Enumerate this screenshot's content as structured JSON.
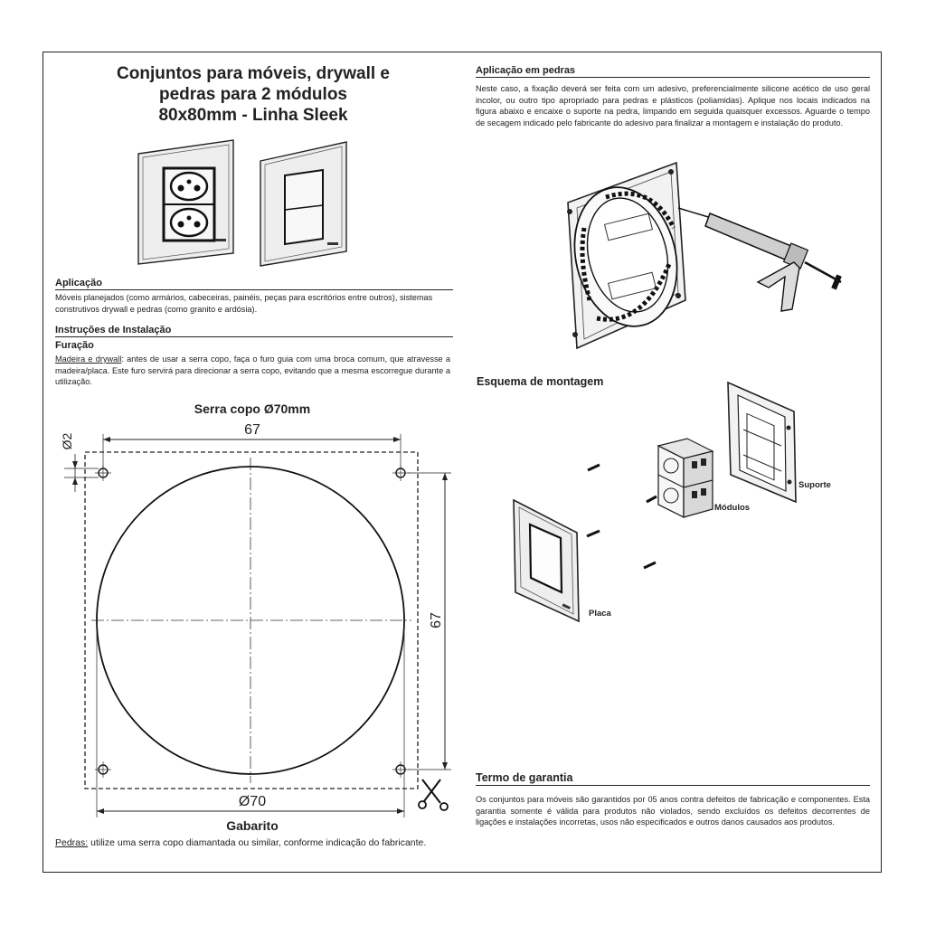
{
  "title": {
    "line1": "Conjuntos para móveis, drywall e",
    "line2": "pedras para 2 módulos",
    "line3": "80x80mm - Linha Sleek"
  },
  "aplicacao": {
    "heading": "Aplicação",
    "text": "Móveis planejados (como armários, cabeceiras, painéis, peças para escritórios entre outros), sistemas construtivos drywall e pedras (como granito e ardósia)."
  },
  "instrucoes": {
    "heading": "Instruções de Instalação",
    "furacao_heading": "Furação",
    "madeira_label": "Madeira e drywall",
    "madeira_text": ": antes de usar a serra copo, faça o furo guia com uma broca comum, que atravesse a madeira/placa. Este furo servirá para direcionar a serra copo, evitando que a mesma escorregue durante a utilização."
  },
  "drawing": {
    "serra_label": "Serra copo Ø70mm",
    "dim_top": "67",
    "dim_right": "67",
    "dim_hole": "Ø2",
    "dim_circle": "Ø70",
    "gabarito": "Gabarito"
  },
  "pedras": {
    "label": "Pedras:",
    "text": " utilize uma serra copo diamantada ou similar, conforme indicação do fabricante."
  },
  "aplicacao_pedras": {
    "heading": "Aplicação em pedras",
    "text": "Neste caso, a fixação deverá ser feita com um adesivo, preferencialmente silicone acético de uso geral incolor, ou outro tipo apropriado para pedras e plásticos (poliamidas). Aplique nos locais indicados na figura abaixo e encaixe o suporte na pedra, limpando em seguida quaisquer excessos. Aguarde o tempo de secagem indicado pelo fabricante do adesivo para finalizar a montagem e instalação do produto."
  },
  "esquema": {
    "heading": "Esquema de montagem",
    "suporte": "Suporte",
    "modulos": "Módulos",
    "placa": "Placa"
  },
  "garantia": {
    "heading": "Termo de garantia",
    "text": "Os conjuntos para móveis são garantidos por 05 anos contra defeitos de fabricação e componentes. Esta garantia somente é válida para produtos não violados, sendo excluídos os defeitos decorrentes de ligações e instalações incorretas, usos não especificados e outros danos causados aos produtos."
  },
  "icons": [
    "socket-plate-icon",
    "switch-plate-icon",
    "scissors-icon",
    "silicone-gun-icon",
    "screw-icon"
  ]
}
